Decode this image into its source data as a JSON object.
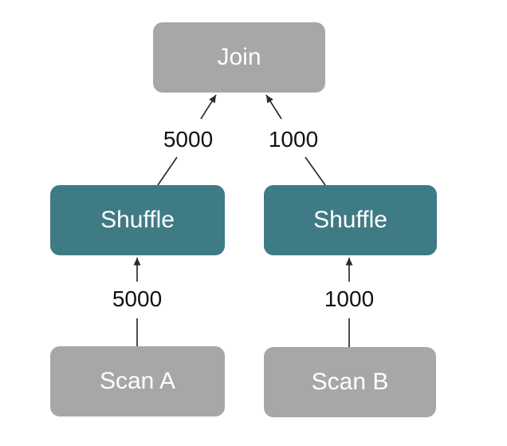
{
  "nodes": {
    "join": {
      "label": "Join"
    },
    "shuffle_left": {
      "label": "Shuffle"
    },
    "shuffle_right": {
      "label": "Shuffle"
    },
    "scan_a": {
      "label": "Scan A"
    },
    "scan_b": {
      "label": "Scan B"
    }
  },
  "edges": {
    "scan_a_to_shuffle_left": {
      "label": "5000"
    },
    "shuffle_left_to_join": {
      "label": "5000"
    },
    "scan_b_to_shuffle_right": {
      "label": "1000"
    },
    "shuffle_right_to_join": {
      "label": "1000"
    }
  },
  "colors": {
    "node_gray": "#A7A7A7",
    "node_teal": "#3E7B85",
    "node_text": "#FFFFFF",
    "edge": "#2B2B2B",
    "edge_label_text": "#111111",
    "background": "#FFFFFF"
  }
}
